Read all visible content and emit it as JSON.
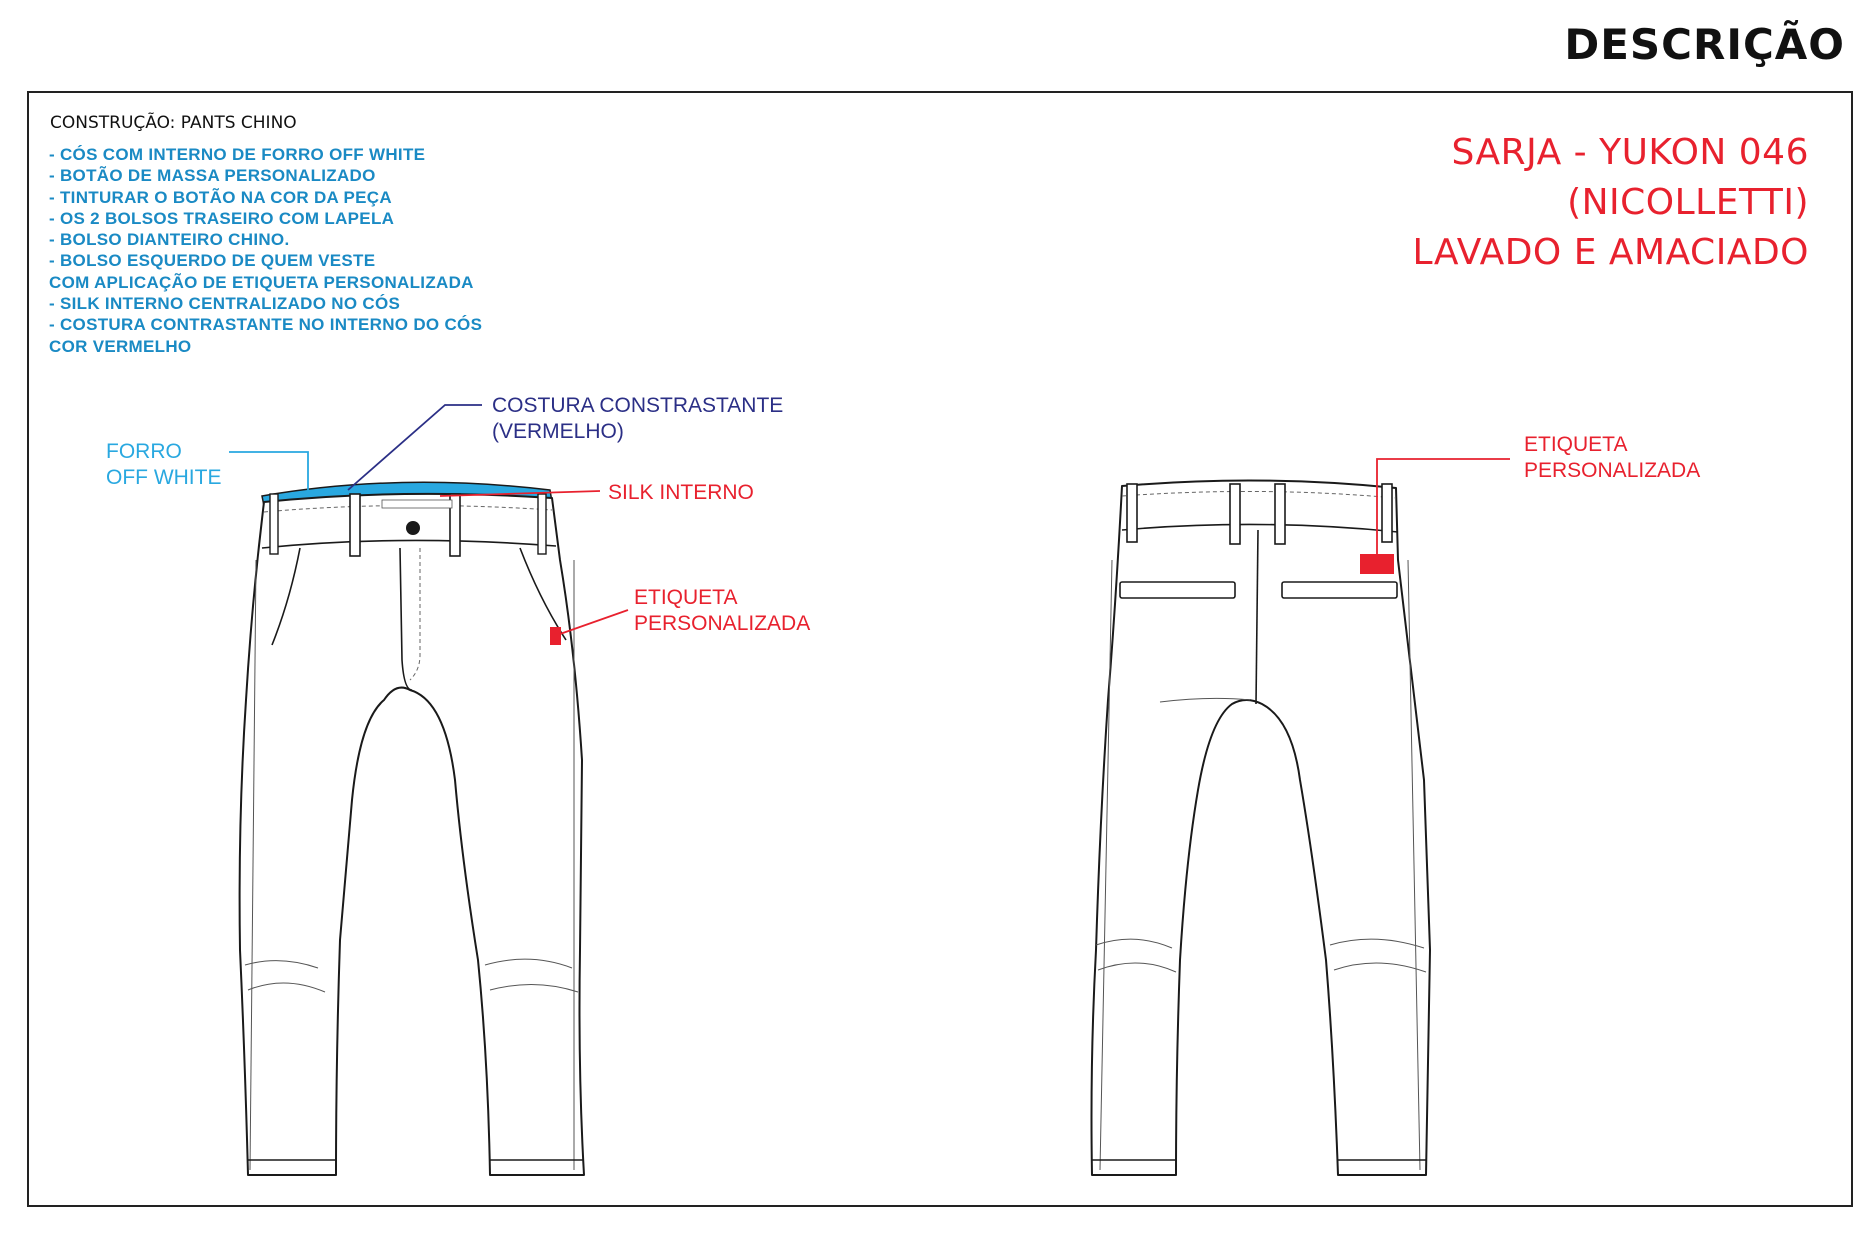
{
  "header": {
    "title": "DESCRIÇÃO"
  },
  "construction": {
    "title": "CONSTRUÇÃO: PANTS CHINO",
    "items": [
      "- CÓS COM INTERNO DE FORRO OFF WHITE",
      "- BOTÃO DE MASSA PERSONALIZADO",
      "- TINTURAR O BOTÃO NA COR DA PEÇA",
      "- OS 2 BOLSOS TRASEIRO COM LAPELA",
      "- BOLSO DIANTEIRO CHINO.",
      "- BOLSO ESQUERDO DE QUEM VESTE",
      "COM APLICAÇÃO DE ETIQUETA PERSONALIZADA",
      "- SILK INTERNO CENTRALIZADO NO CÓS",
      "- COSTURA CONTRASTANTE NO INTERNO DO CÓS",
      "COR VERMELHO"
    ]
  },
  "fabric": {
    "line1": "SARJA - YUKON 046",
    "line2": "(NICOLLETTI)",
    "line3": "LAVADO E AMACIADO"
  },
  "callouts": {
    "forro_line1": "FORRO",
    "forro_line2": "OFF WHITE",
    "costura_line1": "COSTURA CONSTRASTANTE",
    "costura_line2": "(VERMELHO)",
    "silk": "SILK INTERNO",
    "etiqueta_front_line1": "ETIQUETA",
    "etiqueta_front_line2": "PERSONALIZADA",
    "etiqueta_back_line1": "ETIQUETA",
    "etiqueta_back_line2": "PERSONALIZADA"
  },
  "colors": {
    "spec_text": "#1a8ac4",
    "fabric_text": "#e8212e",
    "lining": "#29a8e0",
    "stitch_callout": "#2b2f86",
    "label_red": "#e8212e"
  }
}
